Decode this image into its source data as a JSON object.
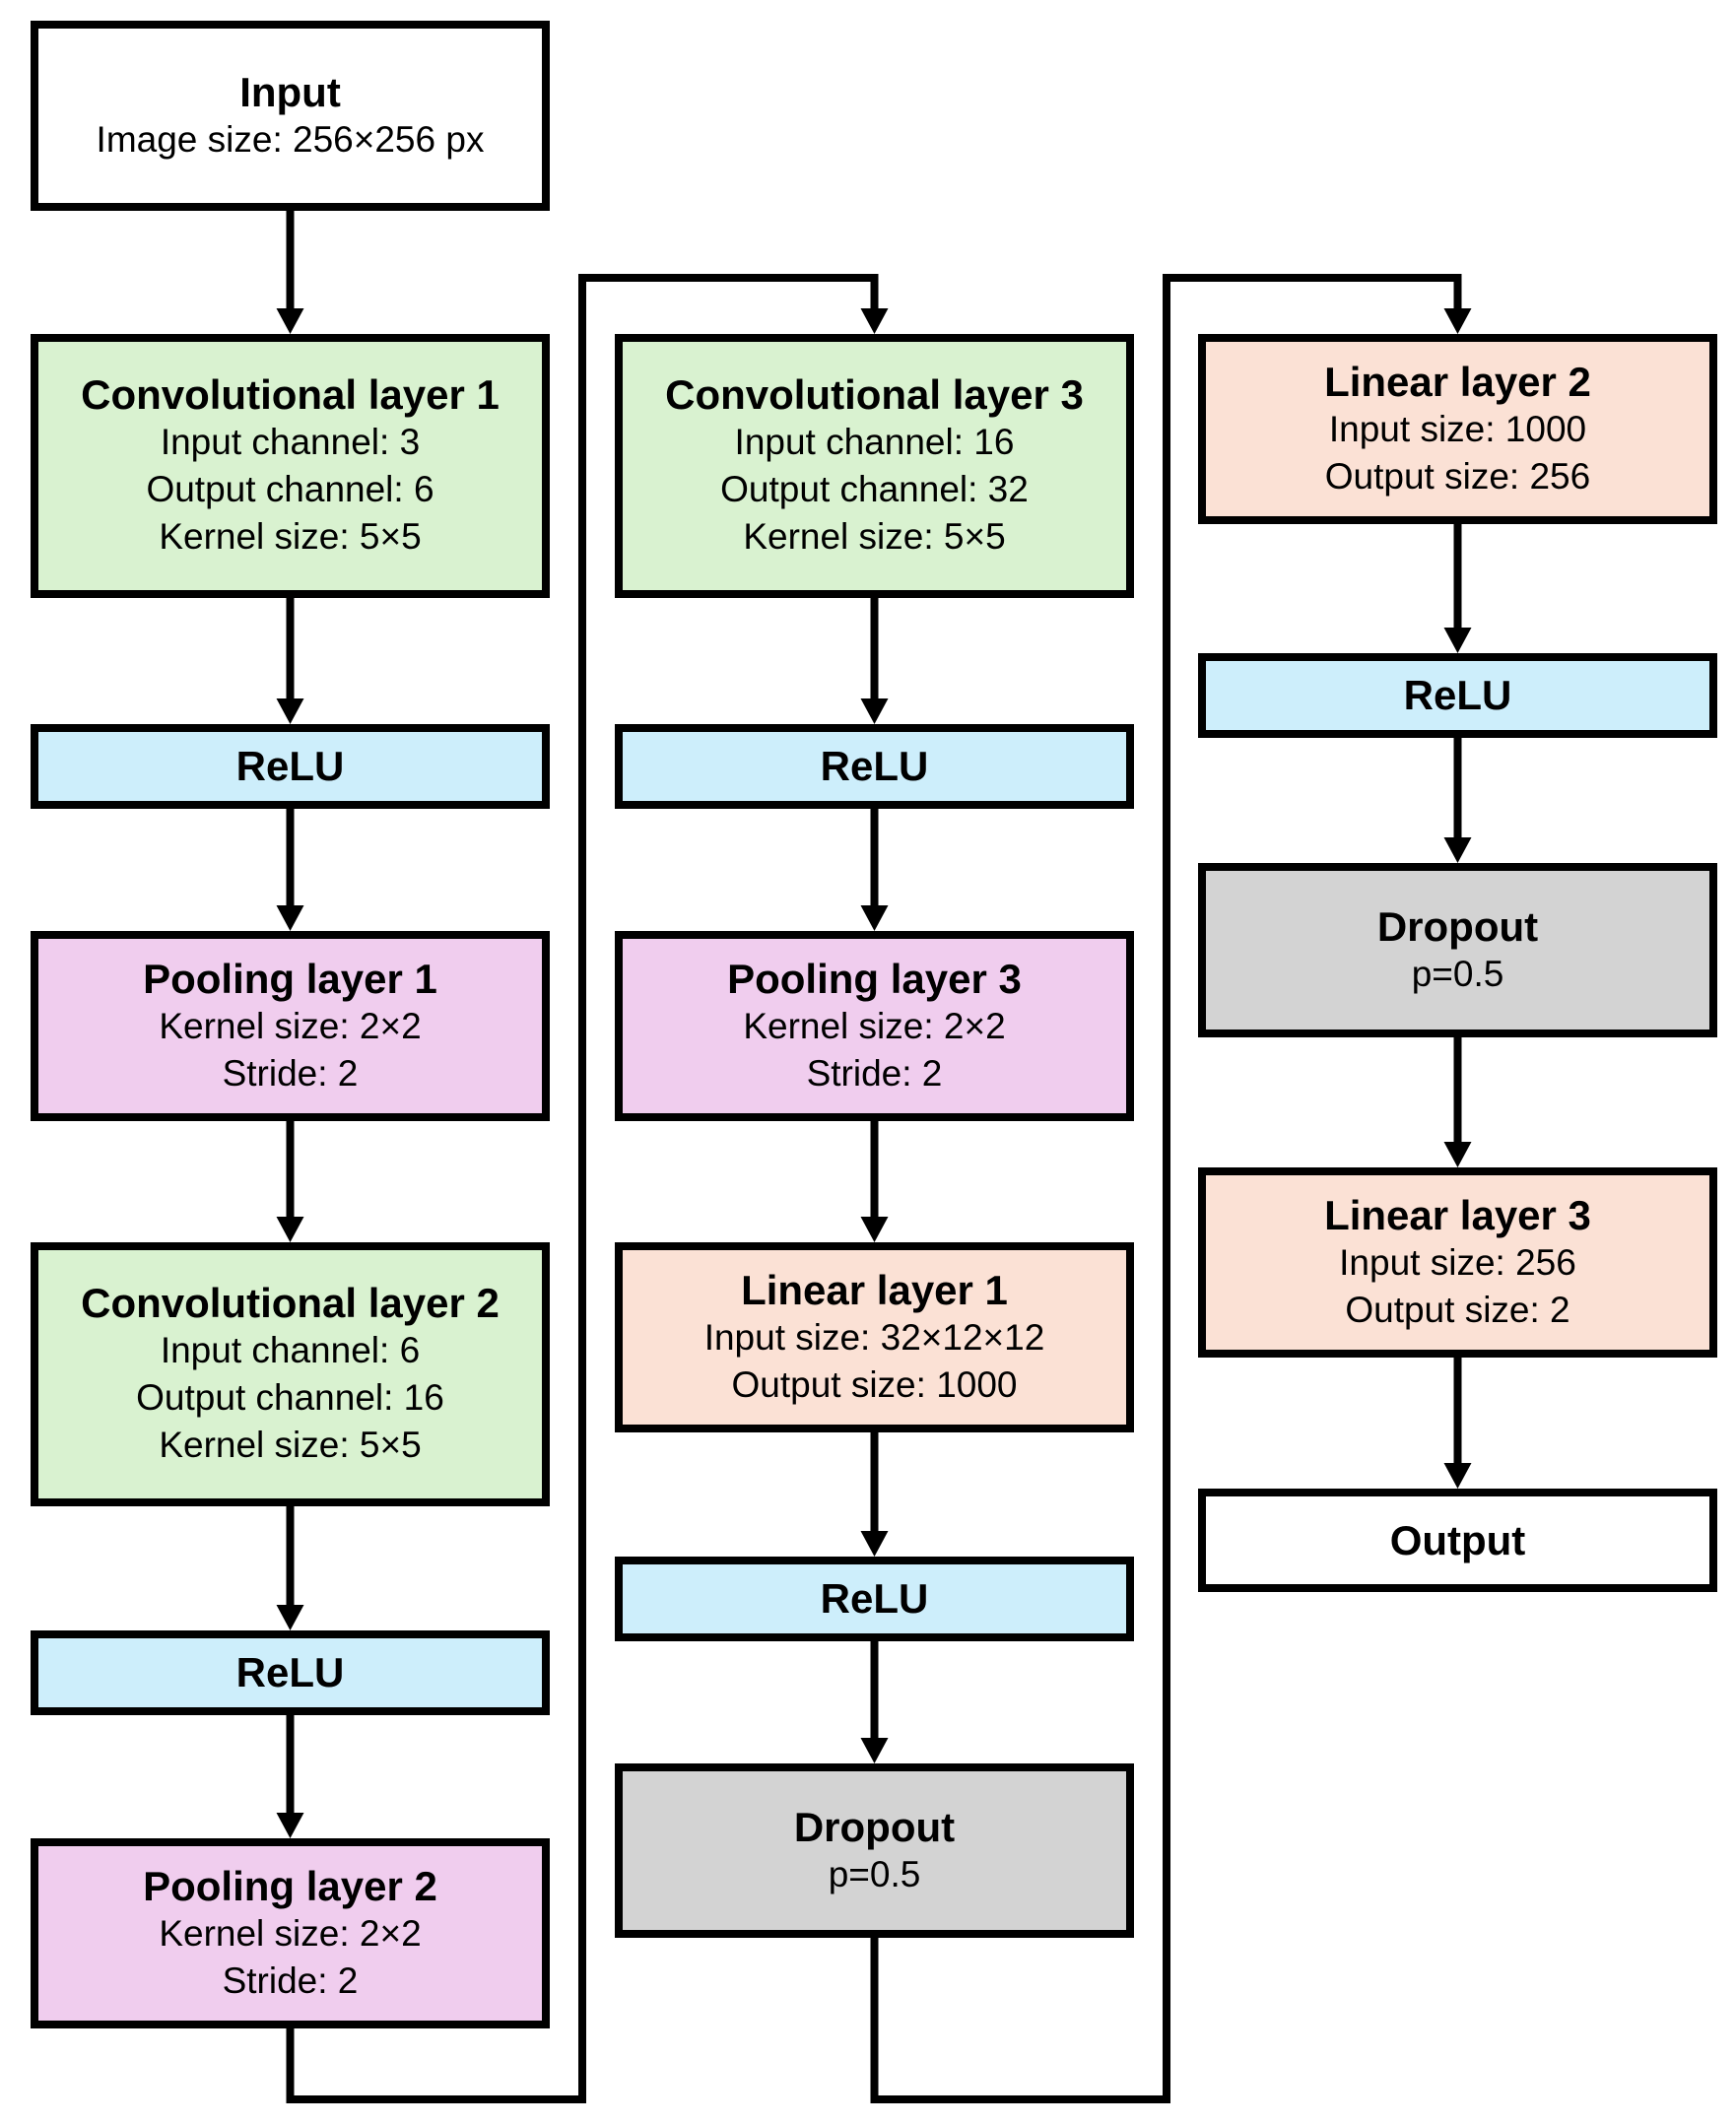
{
  "colors": {
    "io": "#ffffff",
    "conv": "#d9f2d0",
    "relu": "#cdeefb",
    "pool": "#f0cdee",
    "linear": "#fbe1d5",
    "dropout": "#d3d3d3",
    "line": "#000000"
  },
  "nodes": {
    "input": {
      "title": "Input",
      "lines": [
        "Image size: 256×256 px"
      ]
    },
    "conv1": {
      "title": "Convolutional layer 1",
      "lines": [
        "Input channel: 3",
        "Output channel: 6",
        "Kernel size: 5×5"
      ]
    },
    "relu1": {
      "title": "ReLU",
      "lines": []
    },
    "pool1": {
      "title": "Pooling layer 1",
      "lines": [
        "Kernel size: 2×2",
        "Stride: 2"
      ]
    },
    "conv2": {
      "title": "Convolutional layer 2",
      "lines": [
        "Input channel: 6",
        "Output channel: 16",
        "Kernel size: 5×5"
      ]
    },
    "relu2": {
      "title": "ReLU",
      "lines": []
    },
    "pool2": {
      "title": "Pooling layer 2",
      "lines": [
        "Kernel size: 2×2",
        "Stride: 2"
      ]
    },
    "conv3": {
      "title": "Convolutional layer 3",
      "lines": [
        "Input channel: 16",
        "Output channel: 32",
        "Kernel size: 5×5"
      ]
    },
    "relu3": {
      "title": "ReLU",
      "lines": []
    },
    "pool3": {
      "title": "Pooling layer 3",
      "lines": [
        "Kernel size: 2×2",
        "Stride: 2"
      ]
    },
    "linear1": {
      "title": "Linear layer 1",
      "lines": [
        "Input size: 32×12×12",
        "Output size: 1000"
      ]
    },
    "relu4": {
      "title": "ReLU",
      "lines": []
    },
    "dropout1": {
      "title": "Dropout",
      "lines": [
        "p=0.5"
      ]
    },
    "linear2": {
      "title": "Linear layer 2",
      "lines": [
        "Input size: 1000",
        "Output size: 256"
      ]
    },
    "relu5": {
      "title": "ReLU",
      "lines": []
    },
    "dropout2": {
      "title": "Dropout",
      "lines": [
        "p=0.5"
      ]
    },
    "linear3": {
      "title": "Linear layer 3",
      "lines": [
        "Input size: 256",
        "Output size: 2"
      ]
    },
    "output": {
      "title": "Output",
      "lines": []
    }
  },
  "flow": [
    "input",
    "conv1",
    "relu1",
    "pool1",
    "conv2",
    "relu2",
    "pool2",
    "conv3",
    "relu3",
    "pool3",
    "linear1",
    "relu4",
    "dropout1",
    "linear2",
    "relu5",
    "dropout2",
    "linear3",
    "output"
  ]
}
